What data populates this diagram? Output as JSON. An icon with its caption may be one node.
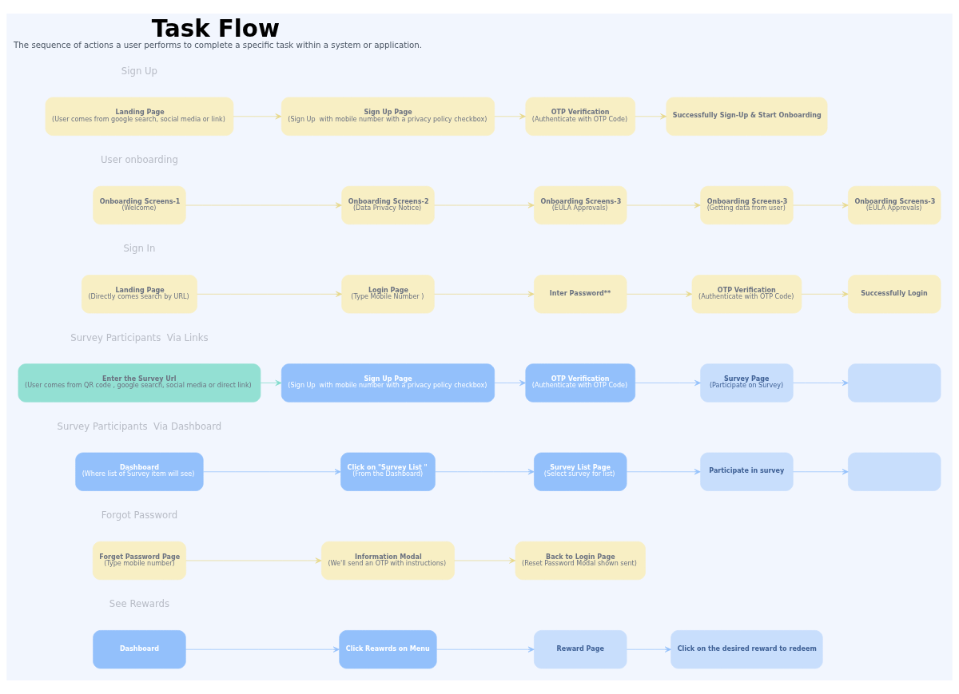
{
  "diagram": {
    "title": "Task Flow",
    "caption": "The sequence of actions a user performs to complete a specific task within a system or application.",
    "nodes": [
      {
        "text": [
          "Landing Page",
          "(User comes from google search, social media or link)"
        ]
      },
      {
        "text": [
          "Sign Up Page",
          "(Sign Up  with mobile number with a privacy policy checkbox)"
        ]
      },
      {
        "text": [
          "OTP Verification",
          "(Authenticate with OTP Code)"
        ]
      },
      {
        "text": [
          "Successfully Sign-Up & Start Onboarding"
        ]
      },
      {
        "text": [
          "Onboarding Screens-1",
          "(Welcome)"
        ]
      },
      {
        "text": [
          "Onboarding Screens-2",
          "(Data Privacy Notice)"
        ]
      },
      {
        "text": [
          "Onboarding Screens-3",
          "(EULA Approvals)"
        ]
      },
      {
        "text": [
          "Onboarding Screens-3",
          "(Getting data from user)"
        ]
      },
      {
        "text": [
          "Onboarding Screens-3",
          "(EULA Approvals)"
        ]
      },
      {
        "text": [
          "Landing Page",
          "(Directly comes search by URL)"
        ]
      },
      {
        "text": [
          "Login Page",
          "(Type Mobile Number )"
        ]
      },
      {
        "text": [
          "Inter Password**"
        ]
      },
      {
        "text": [
          "OTP Verification",
          "(Authenticate with OTP Code)"
        ]
      },
      {
        "text": [
          "Successfully Login"
        ]
      },
      {
        "text": [
          "Enter the Survey Url",
          "(User comes from QR code , google search, social media or direct link)"
        ]
      },
      {
        "text": [
          "Sign Up Page",
          "(Sign Up  with mobile number with a privacy policy checkbox)"
        ]
      },
      {
        "text": [
          "OTP Verification",
          "(Authenticate with OTP Code)"
        ]
      },
      {
        "text": [
          "Survey Page",
          "(Participate on Survey)"
        ]
      },
      {
        "text": [],
        "shape": "box"
      },
      {
        "text": [
          "Dashboard",
          "(Where list of Survey item will see)"
        ]
      },
      {
        "text": [
          "Click on \"Survey List \"",
          "(From the Dashboard)"
        ]
      },
      {
        "text": [
          "Survey List Page",
          "(Select survey for list)"
        ]
      },
      {
        "text": [
          "Participate in survey"
        ]
      },
      {
        "text": [],
        "shape": "box"
      },
      {
        "text": [
          "Forget Password Page",
          "(Type mobile number)"
        ]
      },
      {
        "text": [
          "Information Modal",
          "(We'll send an OTP with instructions)"
        ]
      },
      {
        "text": [
          "Back to Login Page",
          "(Reset Password Modal shown sent)"
        ]
      },
      {
        "text": [
          "Dashboard"
        ]
      },
      {
        "text": [
          "Click Reawrds on Menu"
        ]
      },
      {
        "text": [
          "Reward Page"
        ]
      },
      {
        "text": [
          "Click on the desired reward to redeem"
        ]
      }
    ],
    "edges": [
      {
        "from": 0,
        "to": 1,
        "arrow": "to"
      },
      {
        "from": 1,
        "to": 2,
        "arrow": "to"
      },
      {
        "from": 2,
        "to": 3,
        "arrow": "to"
      },
      {
        "from": 4,
        "to": 5,
        "arrow": "to"
      },
      {
        "from": 5,
        "to": 6,
        "arrow": "to"
      },
      {
        "from": 6,
        "to": 7,
        "arrow": "to"
      },
      {
        "from": 7,
        "to": 8,
        "arrow": "to"
      },
      {
        "from": 9,
        "to": 10,
        "arrow": "to"
      },
      {
        "from": 10,
        "to": 11,
        "arrow": "to"
      },
      {
        "from": 11,
        "to": 12,
        "arrow": "to"
      },
      {
        "from": 12,
        "to": 13,
        "arrow": "to"
      },
      {
        "from": 14,
        "to": 15,
        "arrow": "to",
        "color": "#7fdccb"
      },
      {
        "from": 15,
        "to": 16,
        "arrow": "to",
        "color": "#93c0fb"
      },
      {
        "from": 16,
        "to": 17,
        "arrow": "to",
        "color": "#93c0fb"
      },
      {
        "from": 17,
        "to": 18,
        "arrow": "to",
        "color": "#93c0fb"
      },
      {
        "from": 19,
        "to": 20,
        "arrow": "to",
        "color": "#93c0fb"
      },
      {
        "from": 20,
        "to": 21,
        "arrow": "to",
        "color": "#93c0fb"
      },
      {
        "from": 21,
        "to": 22,
        "arrow": "to",
        "color": "#93c0fb"
      },
      {
        "from": 22,
        "to": 23,
        "arrow": "to",
        "color": "#93c0fb"
      },
      {
        "from": 24,
        "to": 25,
        "arrow": "to"
      },
      {
        "from": 25,
        "to": 26,
        "arrow": "to"
      },
      {
        "from": 27,
        "to": 28,
        "arrow": "to",
        "color": "#93c0fb"
      },
      {
        "from": 28,
        "to": 29,
        "arrow": "to",
        "color": "#93c0fb"
      },
      {
        "from": 29,
        "to": 30,
        "arrow": "to",
        "color": "#93c0fb"
      }
    ],
    "labels": [
      "Sign Up",
      "User onboarding",
      "Sign In",
      "Survey Participants  Via Links",
      "Survey Participants  Via Dashboard",
      "Forgot Password",
      "See Rewards"
    ]
  }
}
